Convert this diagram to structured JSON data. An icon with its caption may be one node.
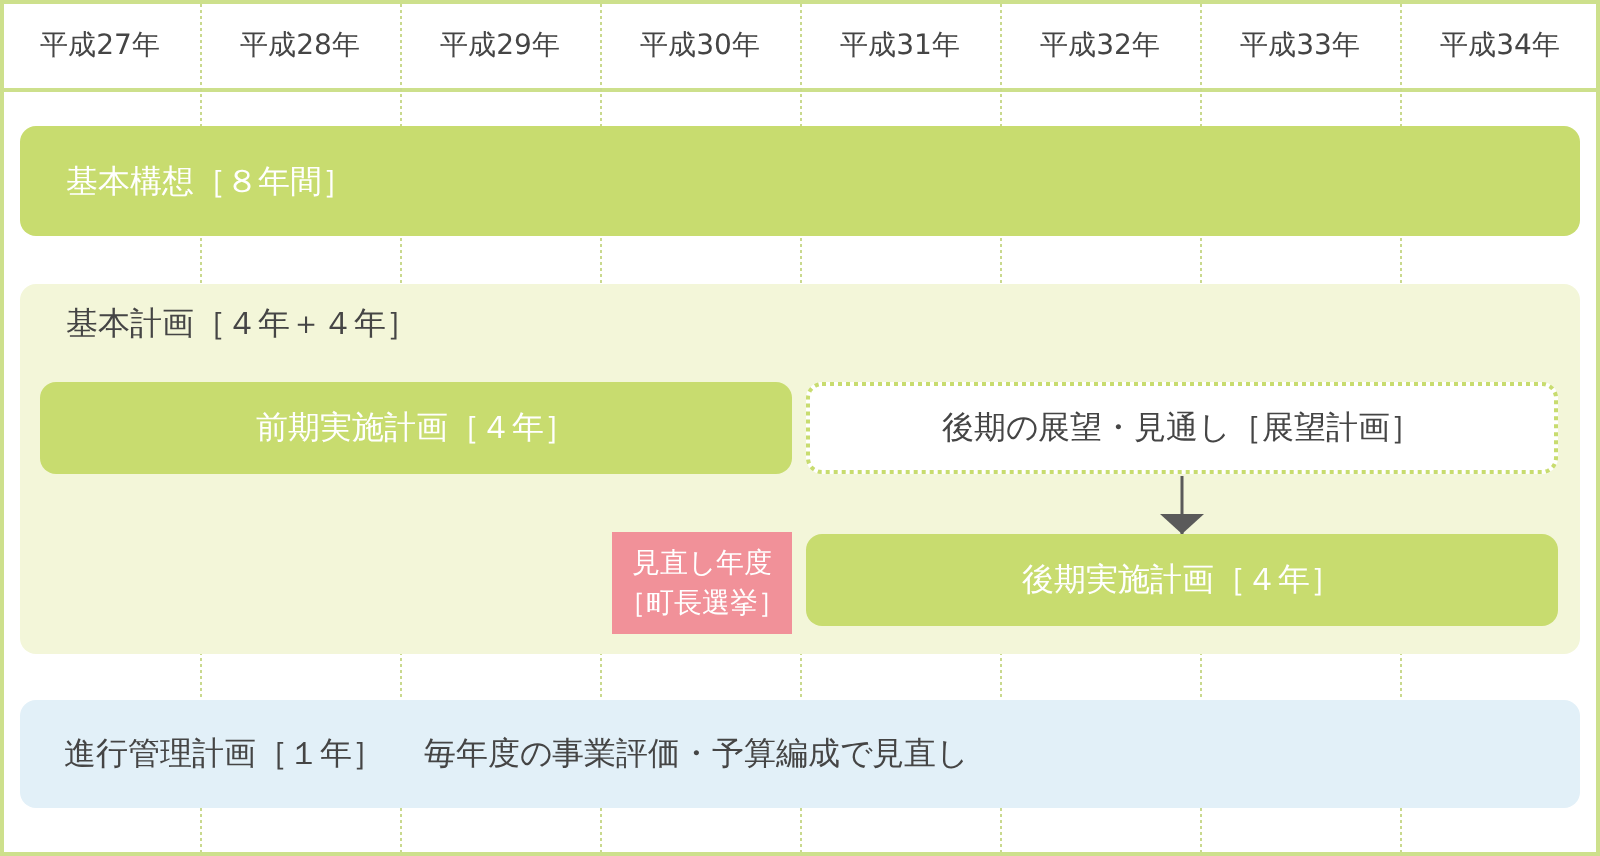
{
  "diagram": {
    "nodes": [
      {
        "text": [
          "基本構想［８年間］"
        ]
      },
      {
        "text": [
          "基本計画［４年＋４年］"
        ]
      },
      {
        "text": [
          "前期実施計画［４年］"
        ],
        "in": 1
      },
      {
        "text": [
          "後期の展望・見通し［展望計画］"
        ],
        "in": 1
      },
      {
        "text": [
          "見直し年度［町長選挙］"
        ],
        "in": 1
      },
      {
        "text": [
          "後期実施計画［４年］"
        ],
        "in": 1
      },
      {
        "text": [
          "進行管理計画［１年］",
          "毎年度の事業評価・予算編成で見直し"
        ]
      }
    ],
    "edges": [
      {
        "from": 3,
        "to": 5,
        "arrow": "to"
      }
    ],
    "labels": [
      "平成27年",
      "平成28年",
      "平成29年",
      "平成30年",
      "平成31年",
      "平成32年",
      "平成33年",
      "平成34年"
    ]
  }
}
